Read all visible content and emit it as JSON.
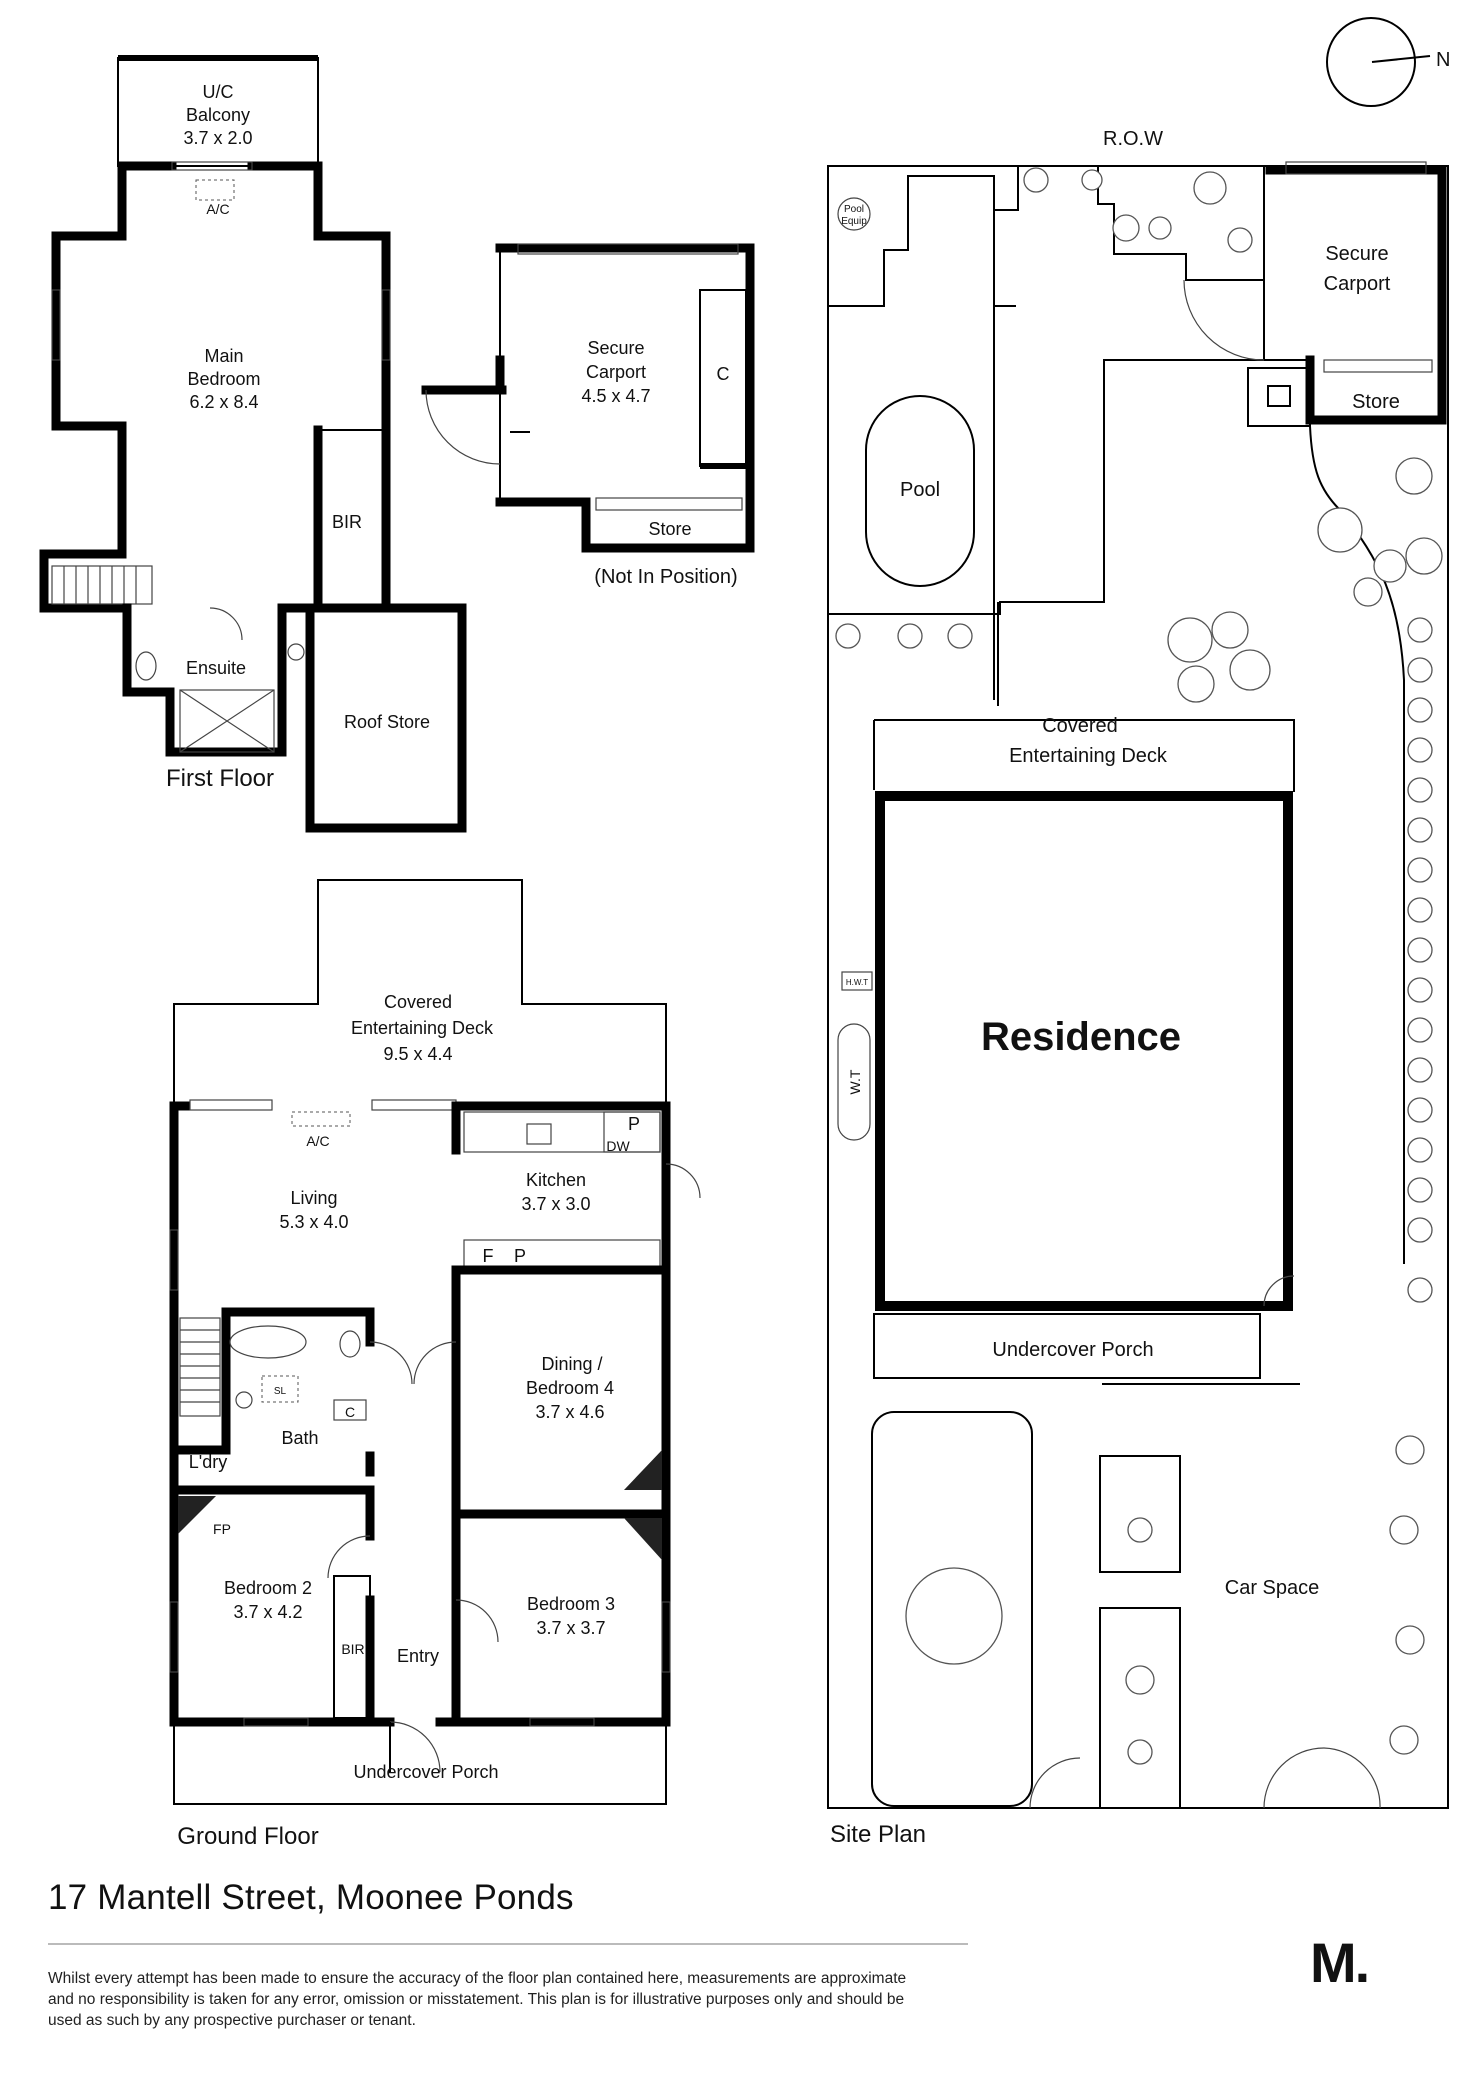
{
  "compass": {
    "north_label": "N"
  },
  "first_floor": {
    "caption": "First Floor",
    "balcony": {
      "name": "U/C",
      "name2": "Balcony",
      "dims": "3.7 x 2.0"
    },
    "ac_label": "A/C",
    "main_bedroom": {
      "name": "Main",
      "name2": "Bedroom",
      "dims": "6.2 x 8.4"
    },
    "bir": "BIR",
    "ensuite": "Ensuite",
    "roof_store": "Roof Store"
  },
  "carport_detail": {
    "name": "Secure",
    "name2": "Carport",
    "dims": "4.5 x 4.7",
    "cupboard": "C",
    "store": "Store",
    "note": "(Not In Position)"
  },
  "ground_floor": {
    "caption": "Ground Floor",
    "deck": {
      "name": "Covered",
      "name2": "Entertaining Deck",
      "dims": "9.5 x 4.4"
    },
    "ac_label": "A/C",
    "living": {
      "name": "Living",
      "dims": "5.3 x 4.0"
    },
    "kitchen": {
      "name": "Kitchen",
      "dims": "3.7 x 3.0"
    },
    "pantry": "P",
    "dishwasher": "DW",
    "fridge": "F",
    "pantry2": "P",
    "dining": {
      "name": "Dining /",
      "name2": "Bedroom 4",
      "dims": "3.7 x 4.6"
    },
    "bath": "Bath",
    "sl": "SL",
    "cupboard": "C",
    "laundry": "L'dry",
    "fp": "FP",
    "bedroom2": {
      "name": "Bedroom 2",
      "dims": "3.7 x 4.2"
    },
    "bir": "BIR",
    "entry": "Entry",
    "bedroom3": {
      "name": "Bedroom 3",
      "dims": "3.7 x 3.7"
    },
    "porch": "Undercover Porch"
  },
  "site_plan": {
    "caption": "Site Plan",
    "row": "R.O.W",
    "pool_equip": "Pool",
    "pool_equip2": "Equip",
    "pool": "Pool",
    "carport": "Secure",
    "carport2": "Carport",
    "store": "Store",
    "deck": "Covered",
    "deck2": "Entertaining Deck",
    "residence": "Residence",
    "hwt": "H.W.T",
    "wt": "W.T",
    "porch": "Undercover Porch",
    "car_space": "Car Space"
  },
  "footer": {
    "address": "17 Mantell Street, Moonee Ponds",
    "disclaimer": "Whilst every attempt has been made to ensure the accuracy of the floor plan contained here, measurements are approximate and no responsibility is taken for any error, omission or misstatement. This plan is for illustrative purposes only and should be used as such by any prospective purchaser or tenant.",
    "logo": "M."
  }
}
